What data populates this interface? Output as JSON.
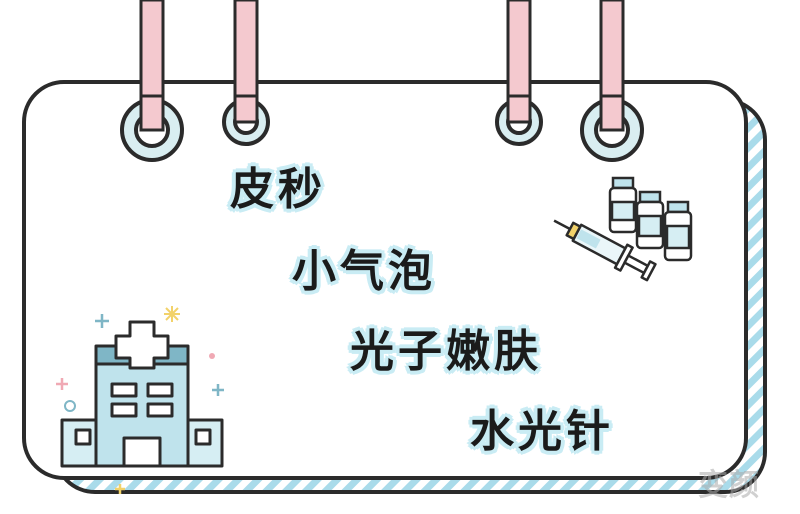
{
  "words": [
    "皮秒",
    "小气泡",
    "光子嫩肤",
    "水光针"
  ],
  "watermark": "变颜",
  "colors": {
    "outline": "#2b2b2b",
    "card": "#ffffff",
    "ring_fill": "#d9eef1",
    "strap": "#f4c9cf",
    "stripe_blue": "#a9dbea",
    "highlight": "#c9ecf4",
    "building": "#bfe3ec",
    "building_dark": "#7fb6c6"
  },
  "icons": [
    "hospital-icon",
    "syringe-icon",
    "vial-icon",
    "sparkle-icon",
    "plus-icon"
  ]
}
